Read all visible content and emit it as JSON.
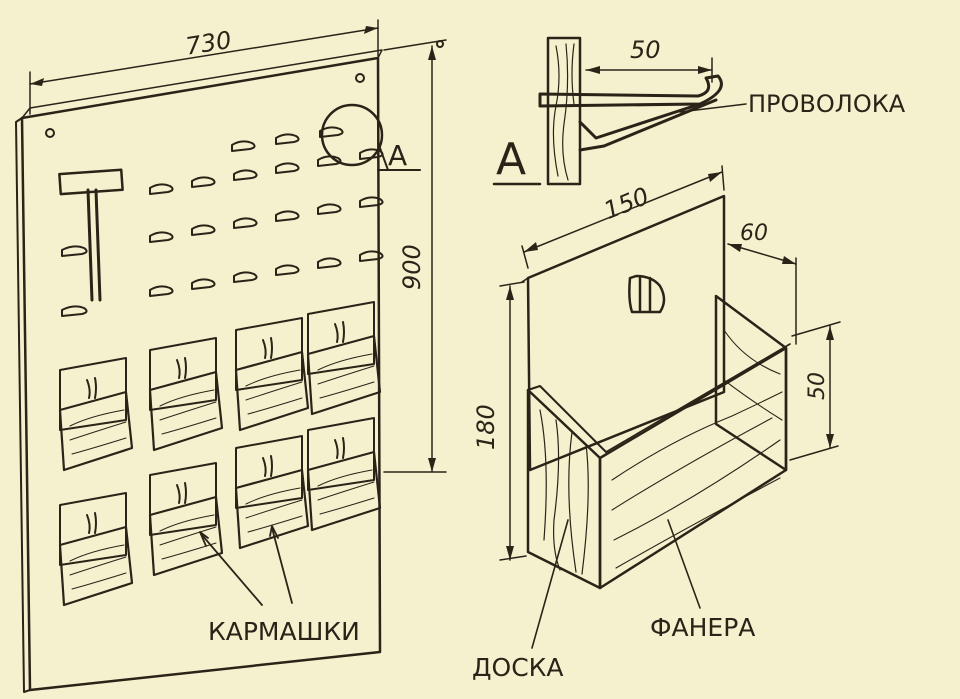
{
  "board": {
    "width_dim": "730",
    "height_dim": "900",
    "detail_mark": "А",
    "label_pockets": "КАРМАШКИ"
  },
  "detail": {
    "mark": "А",
    "hook_dim": "50",
    "label_wire": "ПРОВОЛОКА"
  },
  "pocket": {
    "width_dim": "150",
    "depth_dim": "60",
    "height_dim": "180",
    "front_dim": "50",
    "label_plywood": "ФАНЕРА",
    "label_board": "ДОСКА"
  },
  "colors": {
    "paper": "#f4f1cf",
    "ink": "#2a2418"
  }
}
